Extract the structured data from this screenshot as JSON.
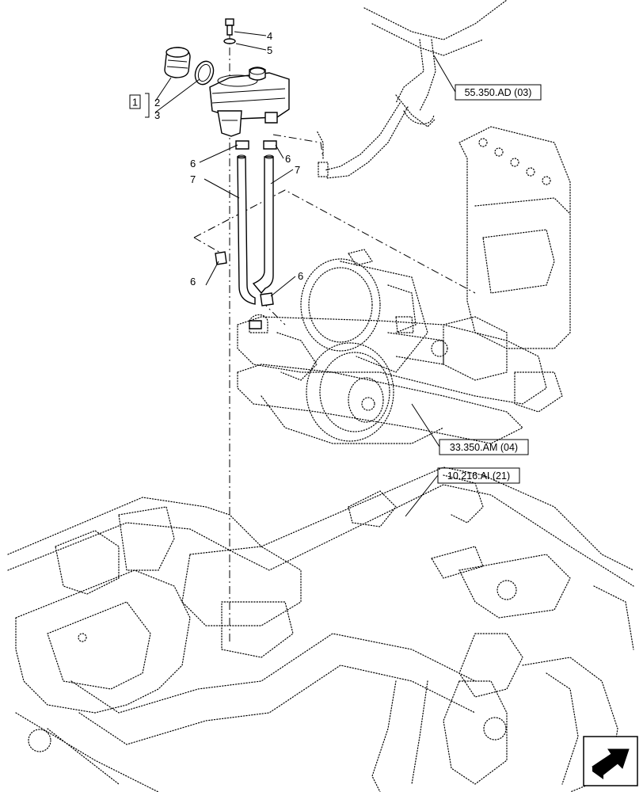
{
  "callouts": {
    "c1": "1",
    "c2": "2",
    "c3": "3",
    "c4": "4",
    "c5": "5",
    "c6a": "6",
    "c6b": "6",
    "c6c": "6",
    "c6d": "6",
    "c7a": "7",
    "c7b": "7"
  },
  "references": {
    "wiring": "55.350.AD (03)",
    "compressor": "33.350.AM (04)",
    "frame": "10.216.AI (21)"
  },
  "icons": {
    "orientation": "direction-arrow-icon"
  }
}
